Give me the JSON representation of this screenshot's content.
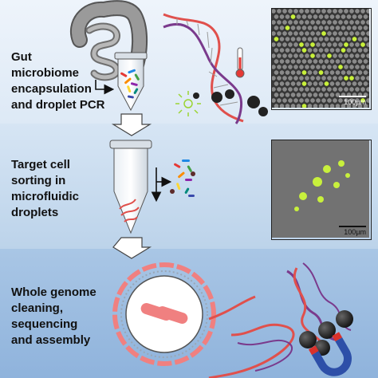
{
  "steps": [
    {
      "label": "Gut\nmicrobiome\nencapsulation\nand droplet PCR"
    },
    {
      "label": "Target cell\nsorting in\nmicrofluidic\ndroplets"
    },
    {
      "label": "Whole genome\ncleaning,\nsequencing\nand assembly"
    }
  ],
  "micrographs": [
    {
      "scale_label": "100µm"
    },
    {
      "scale_label": "100µm"
    }
  ],
  "colors": {
    "panel_1": "#dde9f6",
    "panel_2": "#bcd3ea",
    "panel_3": "#8fb3dc",
    "positive_droplet": "#c8f03c",
    "dna_strand": "#e0504c",
    "dna_backbone_purple": "#7a3a8c",
    "magnet_red": "#d9312b",
    "magnet_blue": "#2d4fa8"
  },
  "icons": [
    "intestine-icon",
    "tube-icon",
    "thermometer-icon",
    "fluorescence-icon",
    "magnet-icon",
    "chromosome-icon",
    "bead-icon",
    "dna-helix-icon",
    "arrow-down-icon"
  ]
}
